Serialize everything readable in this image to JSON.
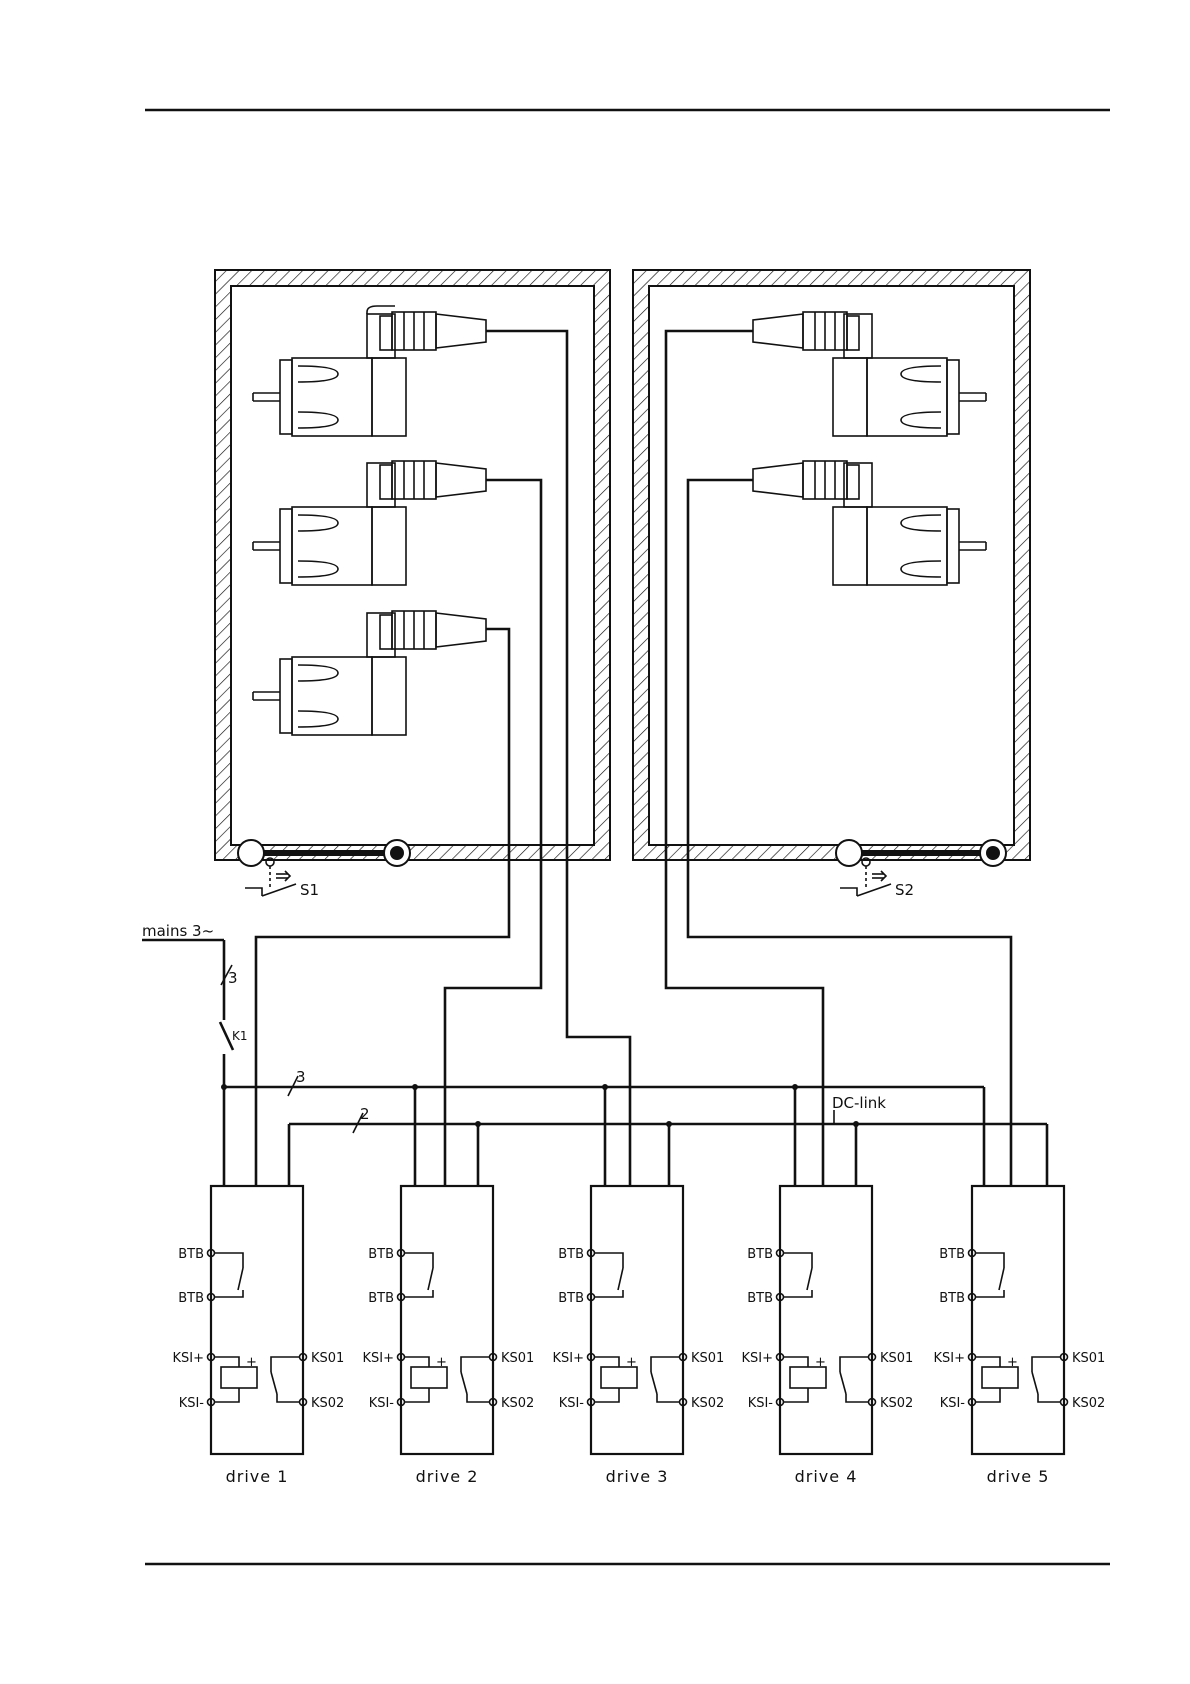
{
  "labels": {
    "mains": "mains 3~",
    "k1": "K1",
    "mains_count": "3",
    "bus3_count": "3",
    "bus2_count": "2",
    "dc_link": "DC-link",
    "s1": "S1",
    "s2": "S2"
  },
  "drives": [
    {
      "name": "drive 1",
      "btb_top": "BTB",
      "btb_bottom": "BTB",
      "ksi_plus": "KSI+",
      "ksi_minus": "KSI-",
      "kso1": "KS01",
      "kso2": "KS02"
    },
    {
      "name": "drive 2",
      "btb_top": "BTB",
      "btb_bottom": "BTB",
      "ksi_plus": "KSI+",
      "ksi_minus": "KSI-",
      "kso1": "KS01",
      "kso2": "KS02"
    },
    {
      "name": "drive 3",
      "btb_top": "BTB",
      "btb_bottom": "BTB",
      "ksi_plus": "KSI+",
      "ksi_minus": "KSI-",
      "kso1": "KS01",
      "kso2": "KS02"
    },
    {
      "name": "drive 4",
      "btb_top": "BTB",
      "btb_bottom": "BTB",
      "ksi_plus": "KSI+",
      "ksi_minus": "KSI-",
      "kso1": "KS01",
      "kso2": "KS02"
    },
    {
      "name": "drive 5",
      "btb_top": "BTB",
      "btb_bottom": "BTB",
      "ksi_plus": "KSI+",
      "ksi_minus": "KSI-",
      "kso1": "KS01",
      "kso2": "KS02"
    }
  ]
}
